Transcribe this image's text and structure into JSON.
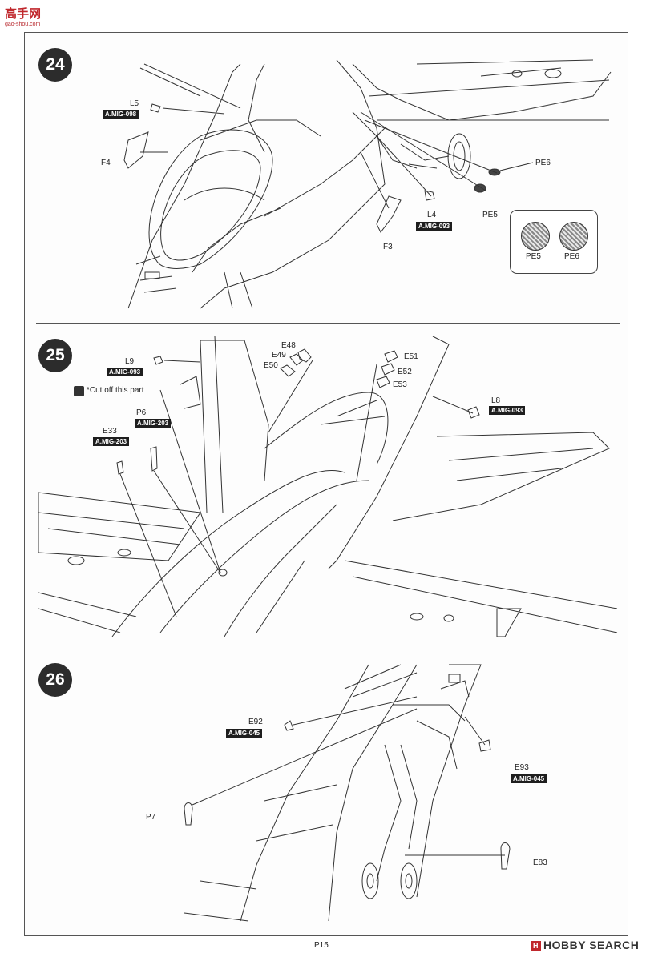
{
  "site": {
    "logo_text": "高手网",
    "logo_url": "gao-shou.com"
  },
  "page_number": "P15",
  "watermark": {
    "mark": "H",
    "text": "HOBBY SEARCH"
  },
  "steps": {
    "s24": {
      "number": "24",
      "labels": {
        "L5": "L5",
        "F4": "F4",
        "L4": "L4",
        "F3": "F3",
        "PE6": "PE6",
        "PE5": "PE5"
      },
      "tags": {
        "L5": "A.MIG-098",
        "L4": "A.MIG-093"
      },
      "legend": {
        "pe5": "PE5",
        "pe6": "PE6"
      }
    },
    "s25": {
      "number": "25",
      "labels": {
        "L9": "L9",
        "E48": "E48",
        "E49": "E49",
        "E50": "E50",
        "E51": "E51",
        "E52": "E52",
        "E53": "E53",
        "L8": "L8",
        "P6": "P6",
        "E33": "E33"
      },
      "cut_note": "*Cut off this part",
      "tags": {
        "L9": "A.MIG-093",
        "L8": "A.MIG-093",
        "P6": "A.MIG-203",
        "E33": "A.MIG-203"
      }
    },
    "s26": {
      "number": "26",
      "labels": {
        "E92": "E92",
        "E93": "E93",
        "P7": "P7",
        "E83": "E83"
      },
      "tags": {
        "E92": "A.MIG-045",
        "E93": "A.MIG-045"
      }
    }
  }
}
